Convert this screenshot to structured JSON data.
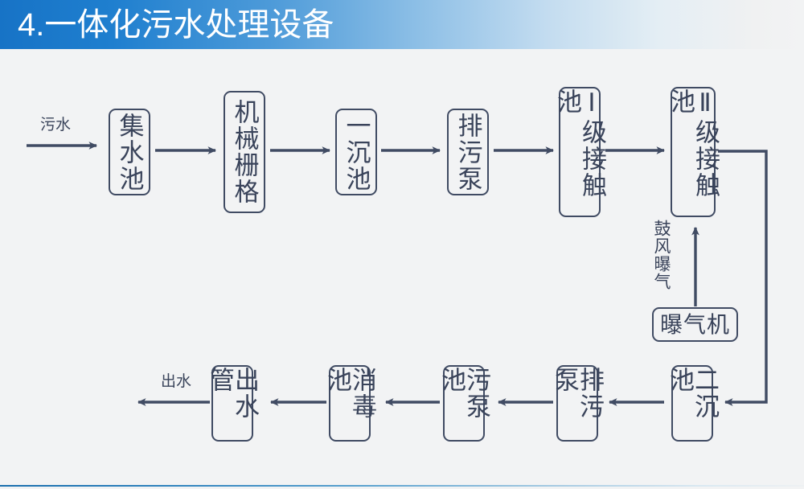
{
  "slide": {
    "title": "4.一体化污水处理设备",
    "background_color": "#f2f3f4",
    "title_accent_color": "#1773c6",
    "line_color": "#404b63",
    "text_color": "#39435a"
  },
  "diagram": {
    "type": "process-flow",
    "top_row": [
      {
        "id": "jishuichi",
        "label": "集水池",
        "orientation": "vertical"
      },
      {
        "id": "jixieshange",
        "label": "机械栅格",
        "orientation": "vertical"
      },
      {
        "id": "yichenchi",
        "label": "一沉池",
        "orientation": "vertical"
      },
      {
        "id": "paiwubeng1",
        "label": "排污泵",
        "orientation": "vertical"
      },
      {
        "id": "jiechuchi1",
        "label": "Ⅰ级接触池",
        "orientation": "vertical"
      },
      {
        "id": "jiechuchi2",
        "label": "Ⅱ级接触池",
        "orientation": "vertical"
      }
    ],
    "bottom_row": [
      {
        "id": "chushuiguan",
        "label": "出水管",
        "orientation": "vertical"
      },
      {
        "id": "xiaoduchi",
        "label": "消毒池",
        "orientation": "vertical"
      },
      {
        "id": "wubengchi",
        "label": "污泵池",
        "orientation": "vertical"
      },
      {
        "id": "paiwubeng2",
        "label": "排污泵",
        "orientation": "vertical"
      },
      {
        "id": "erchenchi",
        "label": "二沉池",
        "orientation": "vertical"
      }
    ],
    "aerator": {
      "id": "puqiji",
      "label": "曝气机",
      "orientation": "horizontal"
    },
    "labels": {
      "inlet": "污水",
      "outlet": "出水",
      "aeration": "鼓风曝气"
    }
  }
}
